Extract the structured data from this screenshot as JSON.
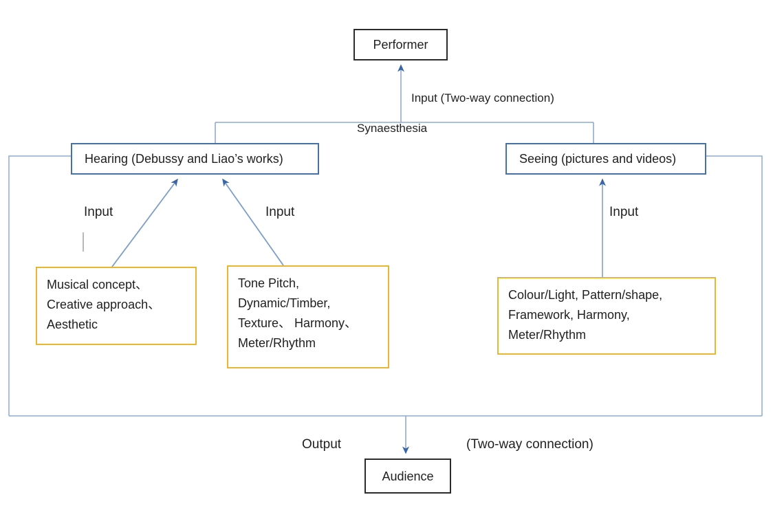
{
  "diagram": {
    "title": "Synaesthesia performance flow diagram",
    "colors": {
      "connector_blue": "#8faad0",
      "arrow_blue": "#3a66a8",
      "box_blue_border": "#4472a8",
      "box_yellow_border": "#e8b631",
      "box_dark_border": "#2b2b2b",
      "text": "#1f1f1f",
      "tick_gray": "#9a9a9a",
      "background": "#ffffff"
    },
    "nodes": {
      "performer": {
        "label": "Performer",
        "style": "dark-outline"
      },
      "audience": {
        "label": "Audience",
        "style": "dark-outline"
      },
      "hearing": {
        "label": "Hearing (Debussy and Liao’s works)",
        "style": "blue-outline"
      },
      "seeing": {
        "label": "Seeing (pictures and videos)",
        "style": "blue-outline"
      },
      "hearing_attrs_left": {
        "label": " Musical concept、\nCreative approach、\nAesthetic",
        "style": "yellow-outline"
      },
      "hearing_attrs_right": {
        "label": "Tone Pitch,\nDynamic/Timber,\nTexture、  Harmony、\nMeter/Rhythm",
        "style": "yellow-outline"
      },
      "seeing_attrs": {
        "label": "Colour/Light, Pattern/shape,\nFramework, Harmony,\nMeter/Rhythm",
        "style": "yellow-outline"
      }
    },
    "edge_labels": {
      "input_performer": "Input (Two-way connection)",
      "synaesthesia": "Synaesthesia",
      "input_hearing_left": "Input",
      "input_hearing_right": "Input",
      "input_seeing": "Input",
      "output": "Output",
      "twoway_bottom": "(Two-way connection)"
    }
  }
}
